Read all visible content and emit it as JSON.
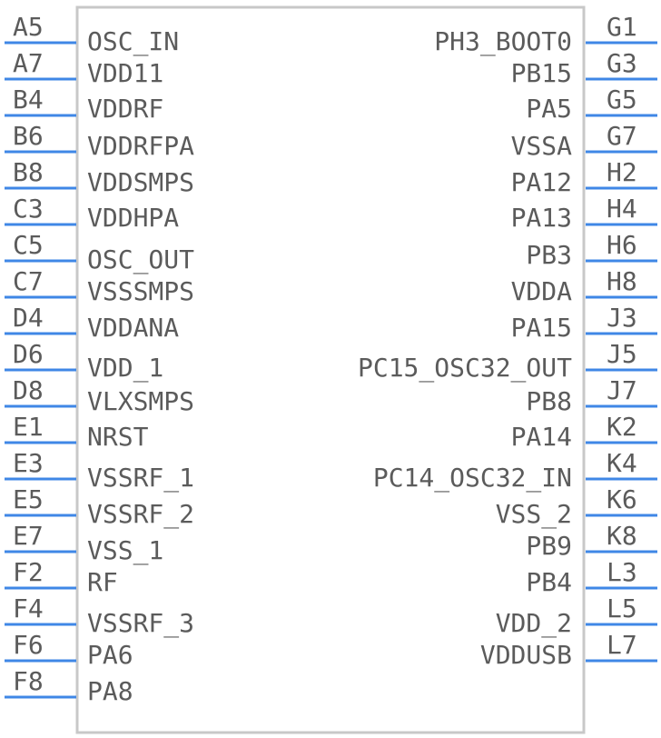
{
  "colors": {
    "body_outline": "#c8c8c8",
    "pin_line": "#3f87e6",
    "text": "#5b5b5b"
  },
  "left_pins": [
    {
      "pin": "A5",
      "signal": "OSC_IN"
    },
    {
      "pin": "A7",
      "signal": "VDD11"
    },
    {
      "pin": "B4",
      "signal": "VDDRF"
    },
    {
      "pin": "B6",
      "signal": "VDDRFPA"
    },
    {
      "pin": "B8",
      "signal": "VDDSMPS"
    },
    {
      "pin": "C3",
      "signal": "VDDHPA"
    },
    {
      "pin": "C5",
      "signal": "OSC_OUT"
    },
    {
      "pin": "C7",
      "signal": "VSSSMPS"
    },
    {
      "pin": "D4",
      "signal": "VDDANA"
    },
    {
      "pin": "D6",
      "signal": "VDD_1"
    },
    {
      "pin": "D8",
      "signal": "VLXSMPS"
    },
    {
      "pin": "E1",
      "signal": "NRST"
    },
    {
      "pin": "E3",
      "signal": "VSSRF_1"
    },
    {
      "pin": "E5",
      "signal": "VSSRF_2"
    },
    {
      "pin": "E7",
      "signal": "VSS_1"
    },
    {
      "pin": "F2",
      "signal": "RF"
    },
    {
      "pin": "F4",
      "signal": "VSSRF_3"
    },
    {
      "pin": "F6",
      "signal": "PA6"
    },
    {
      "pin": "F8",
      "signal": "PA8"
    }
  ],
  "right_pins": [
    {
      "pin": "G1",
      "signal": "PH3_BOOT0"
    },
    {
      "pin": "G3",
      "signal": "PB15"
    },
    {
      "pin": "G5",
      "signal": "PA5"
    },
    {
      "pin": "G7",
      "signal": "VSSA"
    },
    {
      "pin": "H2",
      "signal": "PA12"
    },
    {
      "pin": "H4",
      "signal": "PA13"
    },
    {
      "pin": "H6",
      "signal": "PB3"
    },
    {
      "pin": "H8",
      "signal": "VDDA"
    },
    {
      "pin": "J3",
      "signal": "PA15"
    },
    {
      "pin": "J5",
      "signal": "PC15_OSC32_OUT"
    },
    {
      "pin": "J7",
      "signal": "PB8"
    },
    {
      "pin": "K2",
      "signal": "PA14"
    },
    {
      "pin": "K4",
      "signal": "PC14_OSC32_IN"
    },
    {
      "pin": "K6",
      "signal": "VSS_2"
    },
    {
      "pin": "K8",
      "signal": "PB9"
    },
    {
      "pin": "L3",
      "signal": "PB4"
    },
    {
      "pin": "L5",
      "signal": "VDD_2"
    },
    {
      "pin": "L7",
      "signal": "VDDUSB"
    }
  ]
}
